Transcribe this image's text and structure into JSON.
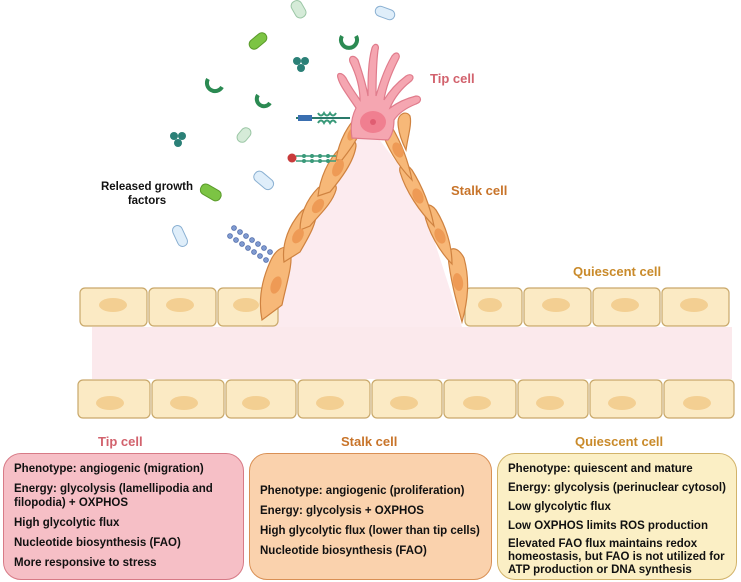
{
  "labels": {
    "tip_cell": "Tip cell",
    "stalk_cell": "Stalk cell",
    "quiescent_cell": "Quiescent cell",
    "released_growth_factors": "Released growth factors"
  },
  "panels": {
    "tip": {
      "title": "Tip cell",
      "items": [
        "Phenotype: angiogenic (migration)",
        "Energy: glycolysis (lamellipodia and filopodia) + OXPHOS",
        "High glycolytic flux",
        "Nucleotide biosynthesis (FAO)",
        "More responsive to stress"
      ]
    },
    "stalk": {
      "title": "Stalk cell",
      "items": [
        "Phenotype: angiogenic (proliferation)",
        "Energy: glycolysis + OXPHOS",
        "High glycolytic flux (lower than tip cells)",
        "Nucleotide biosynthesis (FAO)"
      ]
    },
    "quiescent": {
      "title": "Quiescent cell",
      "items": [
        "Phenotype: quiescent and mature",
        "Energy: glycolysis (perinuclear cytosol)",
        "Low glycolytic flux",
        "Low OXPHOS limits ROS production",
        "Elevated FAO flux maintains redox homeostasis, but FAO is not utilized for ATP production or DNA synthesis"
      ]
    }
  },
  "colors": {
    "tip": "#d2626d",
    "stalk": "#c8742a",
    "quiescent": "#c98a2a",
    "tip_panel": "#f6bfc6",
    "stalk_panel": "#fad2ad",
    "quiescent_panel": "#fbefc5"
  }
}
